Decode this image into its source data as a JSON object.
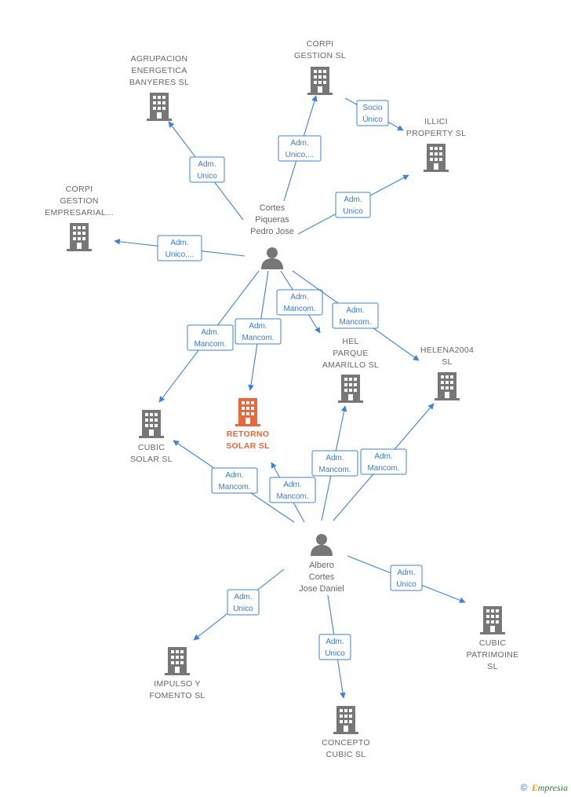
{
  "colors": {
    "edge": "#3f82d6",
    "node": "#777777",
    "focus": "#e8673c"
  },
  "nodes": [
    {
      "id": "agrupacion",
      "type": "company",
      "lines": [
        "AGRUPACION",
        "ENERGETICA",
        "BANYERES  SL"
      ]
    },
    {
      "id": "corpi_gestion",
      "type": "company",
      "lines": [
        "CORPI",
        "GESTION  SL"
      ]
    },
    {
      "id": "illici",
      "type": "company",
      "lines": [
        "ILLICI",
        "PROPERTY  SL"
      ]
    },
    {
      "id": "corpi_empresarial",
      "type": "company",
      "lines": [
        "CORPI",
        "GESTION",
        "EMPRESARIAL..."
      ]
    },
    {
      "id": "cortes",
      "type": "person",
      "lines": [
        "Cortes",
        "Piqueras",
        "Pedro Jose"
      ]
    },
    {
      "id": "hel_parque",
      "type": "company",
      "lines": [
        "HEL",
        "PARQUE",
        "AMARILLO  SL"
      ]
    },
    {
      "id": "helena2004",
      "type": "company",
      "lines": [
        "HELENA2004",
        "SL"
      ]
    },
    {
      "id": "cubic_solar",
      "type": "company",
      "lines": [
        "CUBIC",
        "SOLAR SL"
      ]
    },
    {
      "id": "retorno",
      "type": "focus",
      "lines": [
        "RETORNO",
        "SOLAR  SL"
      ]
    },
    {
      "id": "albero",
      "type": "person",
      "lines": [
        "Albero",
        "Cortes",
        "Jose Daniel"
      ]
    },
    {
      "id": "impulso",
      "type": "company",
      "lines": [
        "IMPULSO Y",
        "FOMENTO  SL"
      ]
    },
    {
      "id": "concepto",
      "type": "company",
      "lines": [
        "CONCEPTO",
        "CUBIC SL"
      ]
    },
    {
      "id": "cubic_patrimoine",
      "type": "company",
      "lines": [
        "CUBIC",
        "PATRIMOINE",
        "SL"
      ]
    }
  ],
  "edges": [
    {
      "id": "e1",
      "from": "cortes",
      "to": "agrupacion",
      "lines": [
        "Adm.",
        "Unico"
      ]
    },
    {
      "id": "e2",
      "from": "cortes",
      "to": "corpi_gestion",
      "lines": [
        "Adm.",
        "Unico,..."
      ]
    },
    {
      "id": "e3",
      "from": "corpi_gestion",
      "to": "illici",
      "lines": [
        "Socio",
        "Único"
      ]
    },
    {
      "id": "e4",
      "from": "cortes",
      "to": "illici",
      "lines": [
        "Adm.",
        "Unico"
      ]
    },
    {
      "id": "e5",
      "from": "cortes",
      "to": "corpi_empresarial",
      "lines": [
        "Adm.",
        "Unico,..."
      ]
    },
    {
      "id": "e6",
      "from": "cortes",
      "to": "hel_parque",
      "lines": [
        "Adm.",
        "Mancom."
      ]
    },
    {
      "id": "e7",
      "from": "cortes",
      "to": "helena2004",
      "lines": [
        "Adm.",
        "Mancom."
      ]
    },
    {
      "id": "e8",
      "from": "cortes",
      "to": "cubic_solar",
      "lines": [
        "Adm.",
        "Mancom."
      ]
    },
    {
      "id": "e9",
      "from": "cortes",
      "to": "retorno",
      "lines": [
        "Adm.",
        "Mancom."
      ]
    },
    {
      "id": "e10",
      "from": "albero",
      "to": "cubic_solar",
      "lines": [
        "Adm.",
        "Mancom."
      ]
    },
    {
      "id": "e11",
      "from": "albero",
      "to": "retorno",
      "lines": [
        "Adm.",
        "Mancom."
      ]
    },
    {
      "id": "e12",
      "from": "albero",
      "to": "hel_parque",
      "lines": [
        "Adm.",
        "Mancom."
      ]
    },
    {
      "id": "e13",
      "from": "albero",
      "to": "helena2004",
      "lines": [
        "Adm.",
        "Mancom."
      ]
    },
    {
      "id": "e14",
      "from": "albero",
      "to": "impulso",
      "lines": [
        "Adm.",
        "Unico"
      ]
    },
    {
      "id": "e15",
      "from": "albero",
      "to": "concepto",
      "lines": [
        "Adm.",
        "Unico"
      ]
    },
    {
      "id": "e16",
      "from": "albero",
      "to": "cubic_patrimoine",
      "lines": [
        "Adm.",
        "Unico"
      ]
    }
  ],
  "footer": {
    "copyright": "©",
    "brand_initial": "E",
    "brand_rest": "mpresia"
  }
}
